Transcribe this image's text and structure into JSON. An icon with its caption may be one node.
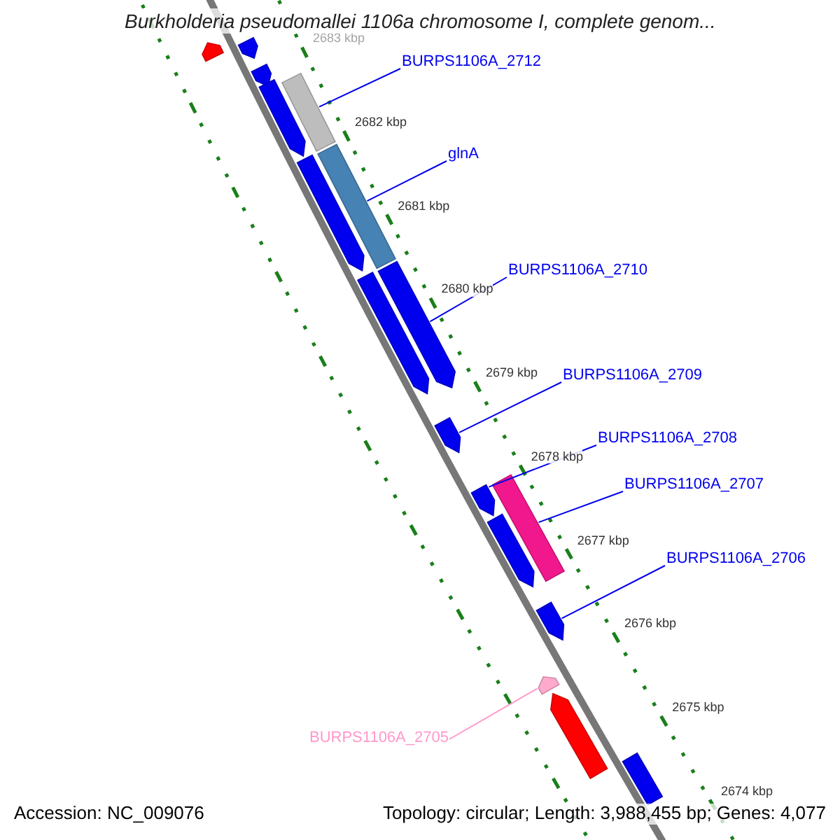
{
  "diagram": {
    "title": "Burkholderia pseudomallei 1106a chromosome I, complete genom...",
    "nodes": [
      {
        "text": [
          "BURPS1106A_2712"
        ]
      },
      {
        "text": [
          "glnA"
        ]
      },
      {
        "text": [
          "BURPS1106A_2710"
        ]
      },
      {
        "text": [
          "BURPS1106A_2709"
        ]
      },
      {
        "text": [
          "BURPS1106A_2708"
        ]
      },
      {
        "text": [
          "BURPS1106A_2707"
        ]
      },
      {
        "text": [
          "BURPS1106A_2706"
        ]
      },
      {
        "text": [
          "BURPS1106A_2705"
        ]
      },
      {
        "text": [],
        "shape": "arrow"
      },
      {
        "text": [],
        "shape": "arrow"
      },
      {
        "text": [],
        "shape": "arrow"
      },
      {
        "text": [],
        "shape": "arrow"
      },
      {
        "text": [],
        "shape": "bar"
      },
      {
        "text": [],
        "shape": "arrow"
      },
      {
        "text": [],
        "shape": "bar"
      },
      {
        "text": [],
        "shape": "arrow"
      },
      {
        "text": [],
        "shape": "arrow"
      },
      {
        "text": [],
        "shape": "arrow"
      },
      {
        "text": [],
        "shape": "arrow"
      },
      {
        "text": [],
        "shape": "bar"
      },
      {
        "text": [],
        "shape": "arrow"
      },
      {
        "text": [],
        "shape": "arrow"
      },
      {
        "text": [],
        "shape": "arrow"
      },
      {
        "text": [],
        "shape": "arrow"
      },
      {
        "text": [],
        "shape": "bar"
      }
    ],
    "edges": [
      {
        "from": 0,
        "to": 12,
        "arrow": "none"
      },
      {
        "from": 1,
        "to": 14,
        "arrow": "none"
      },
      {
        "from": 2,
        "to": 16,
        "arrow": "none"
      },
      {
        "from": 3,
        "to": 17,
        "arrow": "none"
      },
      {
        "from": 4,
        "to": 18,
        "arrow": "none"
      },
      {
        "from": 5,
        "to": 19,
        "arrow": "none"
      },
      {
        "from": 6,
        "to": 21,
        "arrow": "none"
      },
      {
        "from": 7,
        "to": 22,
        "arrow": "none",
        "color": "#ff99cc"
      }
    ],
    "labels": [
      "2683 kbp",
      "2682 kbp",
      "2681 kbp",
      "2680 kbp",
      "2679 kbp",
      "2678 kbp",
      "2677 kbp",
      "2676 kbp",
      "2675 kbp",
      "2674 kbp",
      "Accession: NC_009076",
      "Topology: circular; Length: 3,988,455 bp; Genes: 4,077"
    ]
  }
}
